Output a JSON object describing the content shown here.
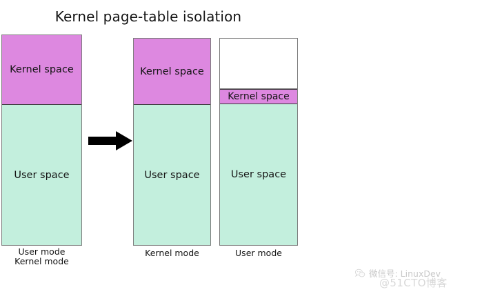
{
  "title": "Kernel page-table isolation",
  "colors": {
    "kernel_space_fill": "#dd88e0",
    "user_space_fill": "#c3efdd",
    "empty_fill": "#ffffff",
    "block_border": "#7d7d7d",
    "segment_divider": "#3a3a3a",
    "arrow": "#000000",
    "text": "#141414",
    "watermark_text": "#c9c9c9",
    "background": "#ffffff"
  },
  "labels": {
    "kernel_space": "Kernel space",
    "user_space": "User space",
    "user_mode": "User mode",
    "kernel_mode": "Kernel mode"
  },
  "diagram": {
    "blocks": [
      {
        "id": "block-before",
        "segments": [
          {
            "type": "kernel",
            "label": "Kernel space"
          },
          {
            "type": "user",
            "label": "User space"
          }
        ],
        "caption_lines": [
          "User mode",
          "Kernel mode"
        ]
      },
      {
        "id": "block-kernel-mode",
        "segments": [
          {
            "type": "kernel",
            "label": "Kernel space"
          },
          {
            "type": "user",
            "label": "User space"
          }
        ],
        "caption_lines": [
          "Kernel mode"
        ]
      },
      {
        "id": "block-user-mode",
        "segments": [
          {
            "type": "empty",
            "label": ""
          },
          {
            "type": "kernel",
            "label": "Kernel space"
          },
          {
            "type": "user",
            "label": "User space"
          }
        ],
        "caption_lines": [
          "User mode"
        ]
      }
    ],
    "arrow": {
      "direction": "right"
    }
  },
  "watermark": {
    "line1": "微信号: LinuxDev",
    "line2": "@51CTO博客",
    "logo_icon": "wechat-logo-icon"
  }
}
